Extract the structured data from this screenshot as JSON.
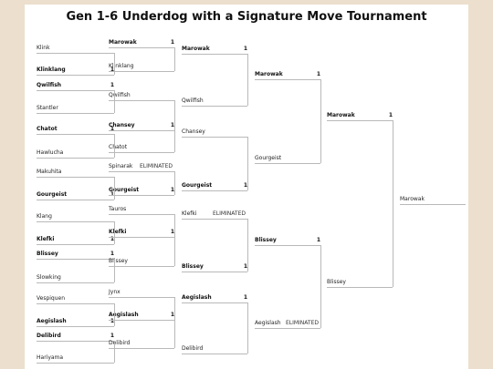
{
  "title": "Gen 1-6 Underdog with a Signature Move Tournament",
  "rounds": [
    [
      {
        "name": "Klink",
        "score": "",
        "winner": false
      },
      {
        "name": "Klinklang",
        "score": "1",
        "winner": true
      },
      {
        "name": "Qwilfish",
        "score": "1",
        "winner": true
      },
      {
        "name": "Stantler",
        "score": "",
        "winner": false
      },
      {
        "name": "Chatot",
        "score": "1",
        "winner": true
      },
      {
        "name": "Hawlucha",
        "score": "",
        "winner": false
      },
      {
        "name": "Makuhita",
        "score": "",
        "winner": false
      },
      {
        "name": "Gourgeist",
        "score": "1",
        "winner": true
      },
      {
        "name": "Klang",
        "score": "",
        "winner": false
      },
      {
        "name": "Klefki",
        "score": "1",
        "winner": true
      },
      {
        "name": "Blissey",
        "score": "1",
        "winner": true
      },
      {
        "name": "Slowking",
        "score": "",
        "winner": false
      },
      {
        "name": "Vespiquen",
        "score": "",
        "winner": false
      },
      {
        "name": "Aegislash",
        "score": "1",
        "winner": true
      },
      {
        "name": "Delibird",
        "score": "1",
        "winner": true
      },
      {
        "name": "Hariyama",
        "score": "",
        "winner": false
      }
    ],
    [
      {
        "name": "Marowak",
        "score": "1",
        "winner": true
      },
      {
        "name": "Klinklang",
        "score": "",
        "winner": false
      },
      {
        "name": "Qwilfish",
        "score": "",
        "winner": false
      },
      {
        "name": "Chansey",
        "score": "1",
        "winner": true
      },
      {
        "name": "Chatot",
        "score": "",
        "winner": false
      },
      {
        "name": "Spinarak",
        "score": "",
        "winner": false,
        "note": "ELIMINATED"
      },
      {
        "name": "Gourgeist",
        "score": "1",
        "winner": true
      },
      {
        "name": "Tauros",
        "score": "",
        "winner": false
      },
      {
        "name": "Klefki",
        "score": "1",
        "winner": true
      },
      {
        "name": "Blissey",
        "score": "",
        "winner": false
      },
      {
        "name": "Jynx",
        "score": "",
        "winner": false
      },
      {
        "name": "Aegislash",
        "score": "1",
        "winner": true
      },
      {
        "name": "Delibird",
        "score": "",
        "winner": false
      }
    ],
    [
      {
        "name": "Marowak",
        "score": "1",
        "winner": true
      },
      {
        "name": "Qwilfish",
        "score": "",
        "winner": false
      },
      {
        "name": "Chansey",
        "score": "",
        "winner": false
      },
      {
        "name": "Gourgeist",
        "score": "1",
        "winner": true
      },
      {
        "name": "Klefki",
        "score": "",
        "winner": false,
        "note": "ELIMINATED"
      },
      {
        "name": "Blissey",
        "score": "1",
        "winner": true
      },
      {
        "name": "Aegislash",
        "score": "1",
        "winner": true
      },
      {
        "name": "Delibird",
        "score": "",
        "winner": false
      }
    ],
    [
      {
        "name": "Marowak",
        "score": "1",
        "winner": true
      },
      {
        "name": "Gourgeist",
        "score": "",
        "winner": false
      },
      {
        "name": "Blissey",
        "score": "1",
        "winner": true
      },
      {
        "name": "Aegislash",
        "score": "",
        "winner": false,
        "note": "ELIMINATED"
      }
    ],
    [
      {
        "name": "Marowak",
        "score": "1",
        "winner": true
      },
      {
        "name": "Blissey",
        "score": "",
        "winner": false
      }
    ],
    [
      {
        "name": "Marowak",
        "score": "",
        "winner": false
      }
    ]
  ]
}
